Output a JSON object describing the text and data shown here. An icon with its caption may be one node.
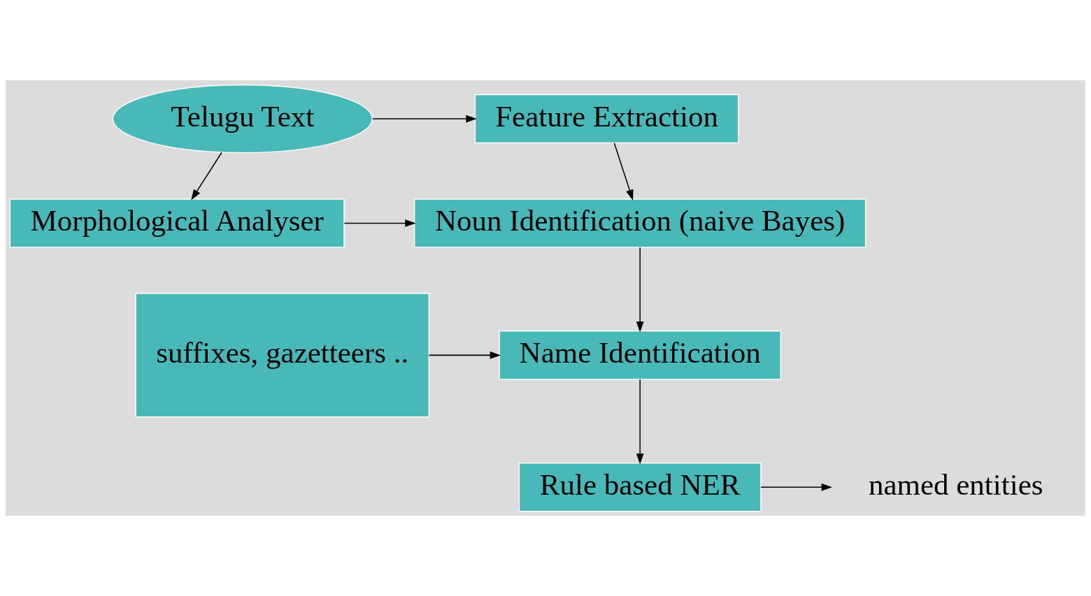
{
  "diagram": {
    "nodes": [
      {
        "text": [
          "Telugu Text"
        ]
      },
      {
        "text": [
          "Feature Extraction"
        ]
      },
      {
        "text": [
          "Morphological Analyser"
        ]
      },
      {
        "text": [
          "Noun Identification (naive Bayes)"
        ]
      },
      {
        "text": [
          "suffixes, gazetteers .."
        ]
      },
      {
        "text": [
          "Name Identification"
        ]
      },
      {
        "text": [
          "Rule based NER"
        ]
      },
      {
        "text": [
          "named entities"
        ]
      }
    ],
    "edges": [
      {
        "from": 0,
        "to": 1,
        "arrow": "to"
      },
      {
        "from": 0,
        "to": 2,
        "arrow": "to"
      },
      {
        "from": 1,
        "to": 3,
        "arrow": "to"
      },
      {
        "from": 2,
        "to": 3,
        "arrow": "to"
      },
      {
        "from": 3,
        "to": 5,
        "arrow": "to"
      },
      {
        "from": 4,
        "to": 5,
        "arrow": "to"
      },
      {
        "from": 5,
        "to": 6,
        "arrow": "to"
      },
      {
        "from": 6,
        "to": 7,
        "arrow": "to"
      }
    ]
  }
}
